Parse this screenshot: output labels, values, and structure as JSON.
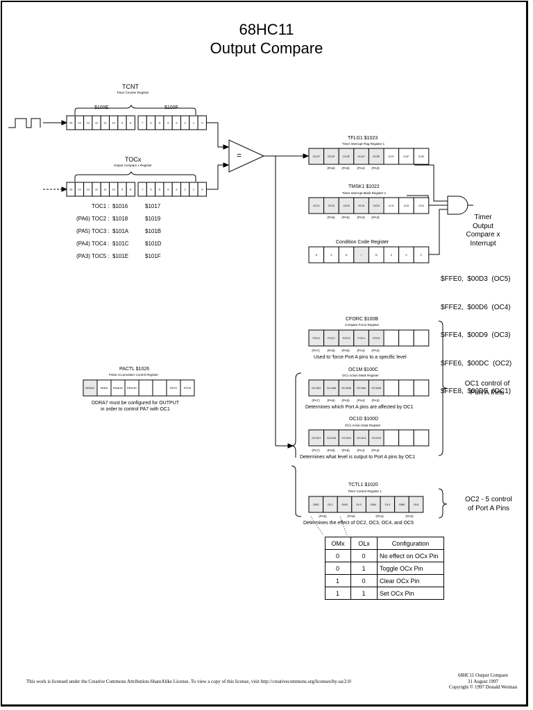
{
  "title": {
    "line1": "68HC11",
    "line2": "Output Compare"
  },
  "tcnt": {
    "name": "TCNT",
    "desc": "Timer Counter Register",
    "hi_addr": "$100E",
    "lo_addr": "$100F",
    "hi_bits": [
      "15",
      "14",
      "13",
      "12",
      "11",
      "10",
      "9",
      "8"
    ],
    "lo_bits": [
      "7",
      "6",
      "5",
      "4",
      "3",
      "2",
      "1",
      "0"
    ]
  },
  "tocx": {
    "name": "TOCx",
    "desc": "Output Compare x Register",
    "hi_bits": [
      "15",
      "14",
      "13",
      "12",
      "11",
      "10",
      "9",
      "8"
    ],
    "lo_bits": [
      "7",
      "6",
      "5",
      "4",
      "3",
      "2",
      "1",
      "0"
    ],
    "registers": [
      {
        "pin": "",
        "name": "TOC1 :",
        "hi": "$1016",
        "lo": "$1017"
      },
      {
        "pin": "(PA6)",
        "name": "TOC2 :",
        "hi": "$1018",
        "lo": "$1019"
      },
      {
        "pin": "(PA5)",
        "name": "TOC3 :",
        "hi": "$101A",
        "lo": "$101B"
      },
      {
        "pin": "(PA4)",
        "name": "TOC4 :",
        "hi": "$101C",
        "lo": "$101D"
      },
      {
        "pin": "(PA3)",
        "name": "TOC5 :",
        "hi": "$101E",
        "lo": "$101F"
      }
    ]
  },
  "comparator": {
    "symbol": "="
  },
  "tflg1": {
    "title": "TFLG1 $1023",
    "desc": "Timer Interrupt Flag Register 1",
    "bits": [
      "OC1F",
      "OC2F",
      "OC3F",
      "OC4F",
      "OC5F",
      "IC1F",
      "IC2F",
      "IC3F"
    ],
    "pins": [
      "(PA6)",
      "(PA5)",
      "(PA4)",
      "(PA3)"
    ]
  },
  "tmsk1": {
    "title": "TMSK1 $1022",
    "desc": "Timer Interrupt Mask Register 1",
    "bits": [
      "OC1I",
      "OC2I",
      "OC3I",
      "OC4I",
      "OC5I",
      "IC1I",
      "IC2I",
      "IC3I"
    ],
    "pins": [
      "(PA6)",
      "(PA5)",
      "(PA4)",
      "(PA3)"
    ]
  },
  "ccr": {
    "title": "Condition Code Register",
    "bits": [
      "S",
      "X",
      "H",
      "I",
      "N",
      "Z",
      "V",
      "C"
    ]
  },
  "interrupt": {
    "label": [
      "Timer",
      "Output",
      "Compare x",
      "Interrupt"
    ],
    "vectors": [
      "$FFE0,  $00D3  (OC5)",
      "$FFE2,  $00D6  (OC4)",
      "$FFE4,  $00D9  (OC3)",
      "$FFE6,  $00DC  (OC2)",
      "$FFE8,  $00DF  (OC1)"
    ]
  },
  "cforc": {
    "title": "CFORC $100B",
    "desc": "Compare Force Register",
    "bits": [
      "FOC1",
      "FOC2",
      "FOC3",
      "FOC4",
      "FOC5",
      "",
      "",
      ""
    ],
    "pins": [
      "(PA7)",
      "(PA6)",
      "(PA5)",
      "(PA4)",
      "(PA3)"
    ],
    "note": "Used to 'force Port A pins to a specific level"
  },
  "oc1m": {
    "title": "OC1M $100C",
    "desc": "OC1 Action Mask Register",
    "bits": [
      "OC1M7",
      "OC1M6",
      "OC1M5",
      "OC1M4",
      "OC1M3",
      "",
      "",
      ""
    ],
    "pins": [
      "(PA7)",
      "(PA6)",
      "(PA5)",
      "(PA4)",
      "(PA3)"
    ],
    "note": "Determines which Port A pins are affected by OC1"
  },
  "oc1d": {
    "title": "OC1D $100D",
    "desc": "OC1 Action Data Register",
    "bits": [
      "OC1D7",
      "OC1D6",
      "OC1D5",
      "OC1D4",
      "OC1D3",
      "",
      "",
      ""
    ],
    "pins": [
      "(PA7)",
      "(PA6)",
      "(PA5)",
      "(PA4)",
      "(PA3)"
    ],
    "note": "Determines what level is output to Port A pins by OC1"
  },
  "oc1_control": [
    "OC1 control of",
    "Port A Pins"
  ],
  "tctl1": {
    "title": "TCTL1 $1020",
    "desc": "Timer Control Register 1",
    "bits": [
      "OM2",
      "OL2",
      "OM3",
      "OL3",
      "OM4",
      "OL4",
      "OM5",
      "OL5"
    ],
    "pins": [
      "(PA6)",
      "(PA5)",
      "(PA4)",
      "(PA3)"
    ],
    "note": "Determines the effect of OC2, OC3, OC4, and OC5"
  },
  "oc25_control": [
    "OC2 - 5 control",
    "of Port A Pins"
  ],
  "pactl": {
    "title": "PACTL $1026",
    "desc": "Pulse Accumulator Control Register",
    "bits": [
      "DDRA7",
      "PAEN",
      "PAMOD",
      "PEDGE",
      "",
      "",
      "RTR1",
      "RTR0"
    ],
    "note": [
      "DDRA7 must be configured for OUTPUT",
      "in order to control PA7 with OC1"
    ]
  },
  "config_table": {
    "headers": [
      "OMx",
      "OLx",
      "Configuration"
    ],
    "rows": [
      [
        "0",
        "0",
        "No effect on OCx Pin"
      ],
      [
        "0",
        "1",
        "Toggle OCx Pin"
      ],
      [
        "1",
        "0",
        "Clear OCx Pin"
      ],
      [
        "1",
        "1",
        "Set OCx Pin"
      ]
    ]
  },
  "footer": {
    "license": "This work is licensed under the Creative Commons Attribution-ShareAlike License.  To view a copy of this license, visit  http://creativecommons.org/licenses/by-sa/2.0/",
    "doc": [
      "68HC11 Output Compare",
      "31 August 1997",
      "Copyright © 1997 Donald Weiman"
    ]
  }
}
